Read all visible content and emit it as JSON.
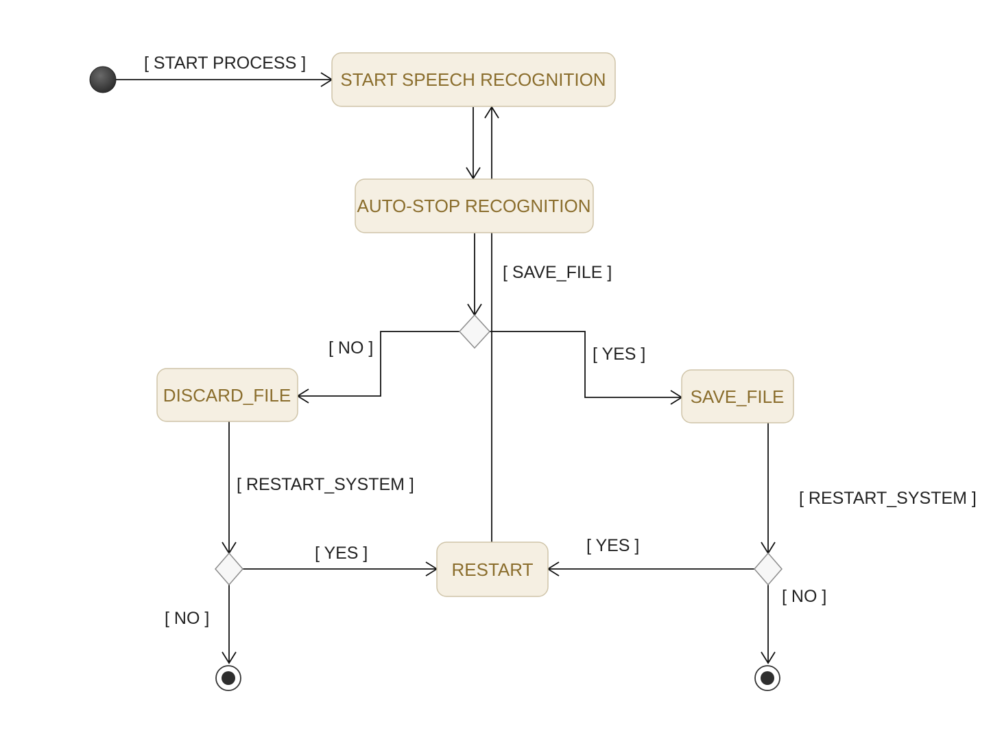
{
  "nodes": {
    "start_speech": "START SPEECH RECOGNITION",
    "auto_stop": "AUTO-STOP RECOGNITION",
    "discard_file": "DISCARD_FILE",
    "save_file": "SAVE_FILE",
    "restart": "RESTART"
  },
  "guards": {
    "start_process": "[ START PROCESS ]",
    "save_file": "[ SAVE_FILE ]",
    "no_top": "[ NO ]",
    "yes_top": "[ YES ]",
    "restart_system_left": "[ RESTART_SYSTEM ]",
    "restart_system_right": "[ RESTART_SYSTEM ]",
    "yes_left": "[ YES ]",
    "yes_right": "[ YES ]",
    "no_left": "[ NO ]",
    "no_right": "[ NO ]"
  },
  "colors": {
    "node_fill": "#f5efe2",
    "node_border": "#cfc4a8",
    "node_text": "#8a6d2c",
    "line": "#111111"
  }
}
